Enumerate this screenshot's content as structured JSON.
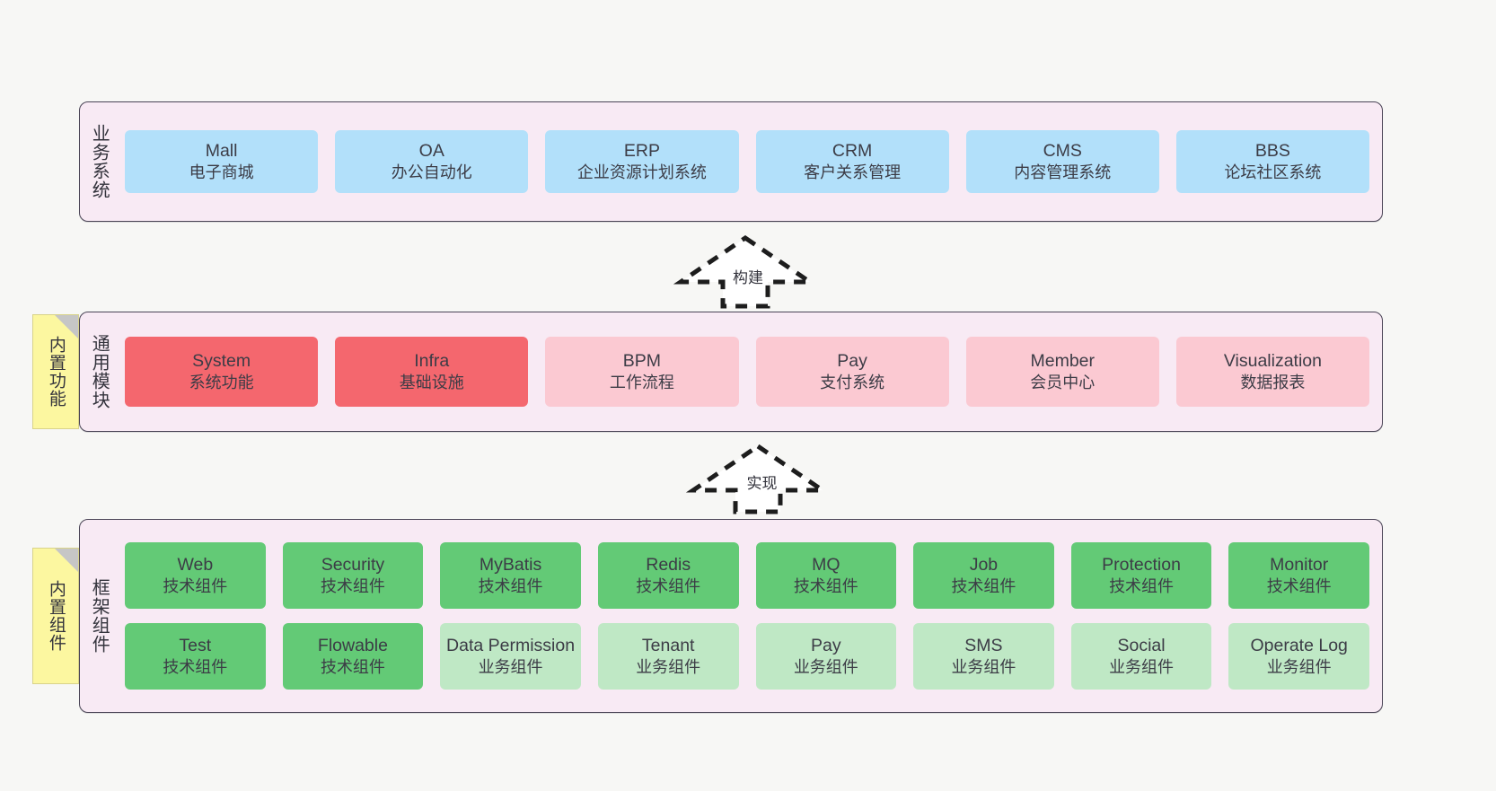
{
  "diagram": {
    "title": "",
    "background": "#f7f7f5",
    "colors": {
      "layer_fill": "#f8eaf4",
      "layer_border": "#4a4456",
      "business_card": "#b2e0fa",
      "module_strong": "#f4676e",
      "module_light": "#fbc9d2",
      "tech_component": "#63ca76",
      "business_component": "#bfe8c5",
      "note_fill": "#fcf7a0"
    }
  },
  "layers": {
    "business": {
      "title": "业务系统",
      "cards": [
        {
          "name": "Mall",
          "desc": "电子商城"
        },
        {
          "name": "OA",
          "desc": "办公自动化"
        },
        {
          "name": "ERP",
          "desc": "企业资源计划系统"
        },
        {
          "name": "CRM",
          "desc": "客户关系管理"
        },
        {
          "name": "CMS",
          "desc": "内容管理系统"
        },
        {
          "name": "BBS",
          "desc": "论坛社区系统"
        }
      ]
    },
    "common": {
      "title": "通用模块",
      "note": "内置功能",
      "cards": [
        {
          "name": "System",
          "desc": "系统功能"
        },
        {
          "name": "Infra",
          "desc": "基础设施"
        },
        {
          "name": "BPM",
          "desc": "工作流程"
        },
        {
          "name": "Pay",
          "desc": "支付系统"
        },
        {
          "name": "Member",
          "desc": "会员中心"
        },
        {
          "name": "Visualization",
          "desc": "数据报表"
        }
      ]
    },
    "framework": {
      "title": "框架组件",
      "note": "内置组件",
      "row1": [
        {
          "name": "Web",
          "desc": "技术组件"
        },
        {
          "name": "Security",
          "desc": "技术组件"
        },
        {
          "name": "MyBatis",
          "desc": "技术组件"
        },
        {
          "name": "Redis",
          "desc": "技术组件"
        },
        {
          "name": "MQ",
          "desc": "技术组件"
        },
        {
          "name": "Job",
          "desc": "技术组件"
        },
        {
          "name": "Protection",
          "desc": "技术组件"
        },
        {
          "name": "Monitor",
          "desc": "技术组件"
        }
      ],
      "row2": [
        {
          "name": "Test",
          "desc": "技术组件"
        },
        {
          "name": "Flowable",
          "desc": "技术组件"
        },
        {
          "name": "Data Permission",
          "desc": "业务组件"
        },
        {
          "name": "Tenant",
          "desc": "业务组件"
        },
        {
          "name": "Pay",
          "desc": "业务组件"
        },
        {
          "name": "SMS",
          "desc": "业务组件"
        },
        {
          "name": "Social",
          "desc": "业务组件"
        },
        {
          "name": "Operate Log",
          "desc": "业务组件"
        }
      ]
    }
  },
  "arrows": {
    "build": {
      "label": "构建"
    },
    "implement": {
      "label": "实现"
    }
  }
}
